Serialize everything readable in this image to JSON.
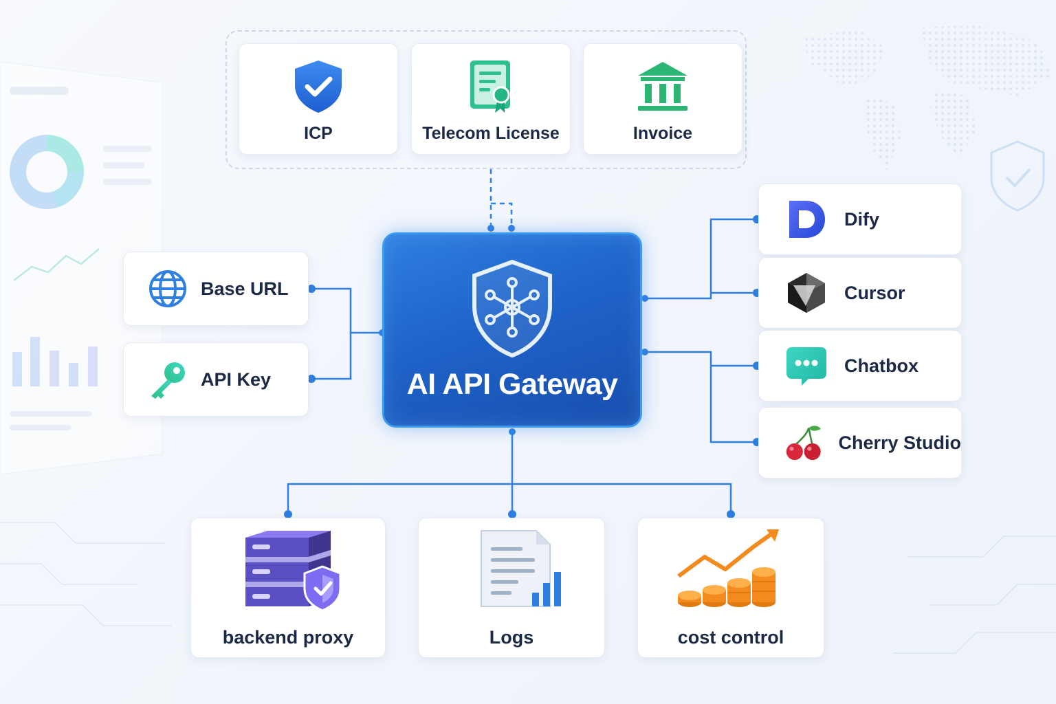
{
  "gateway": {
    "title": "AI API Gateway",
    "icon": "shield-network-icon"
  },
  "compliance": [
    {
      "label": "ICP",
      "icon": "shield-check-icon"
    },
    {
      "label": "Telecom License",
      "icon": "certificate-icon"
    },
    {
      "label": "Invoice",
      "icon": "bank-icon"
    }
  ],
  "inputs": [
    {
      "label": "Base URL",
      "icon": "globe-icon"
    },
    {
      "label": "API Key",
      "icon": "key-icon"
    }
  ],
  "clients": [
    {
      "label": "Dify",
      "icon": "dify-logo-icon"
    },
    {
      "label": "Cursor",
      "icon": "cursor-logo-icon"
    },
    {
      "label": "Chatbox",
      "icon": "chat-bubble-icon"
    },
    {
      "label": "Cherry Studio",
      "icon": "cherry-icon"
    }
  ],
  "features": [
    {
      "label": "backend proxy",
      "icon": "server-shield-icon"
    },
    {
      "label": "Logs",
      "icon": "log-document-chart-icon"
    },
    {
      "label": "cost control",
      "icon": "coins-trend-icon"
    }
  ],
  "colors": {
    "accent": "#1f63c9",
    "connector": "#2f7fe0",
    "green": "#2bb673",
    "teal": "#2ec9b5",
    "purple": "#5b4fc4",
    "orange": "#f28a1e",
    "red": "#d9263a"
  }
}
